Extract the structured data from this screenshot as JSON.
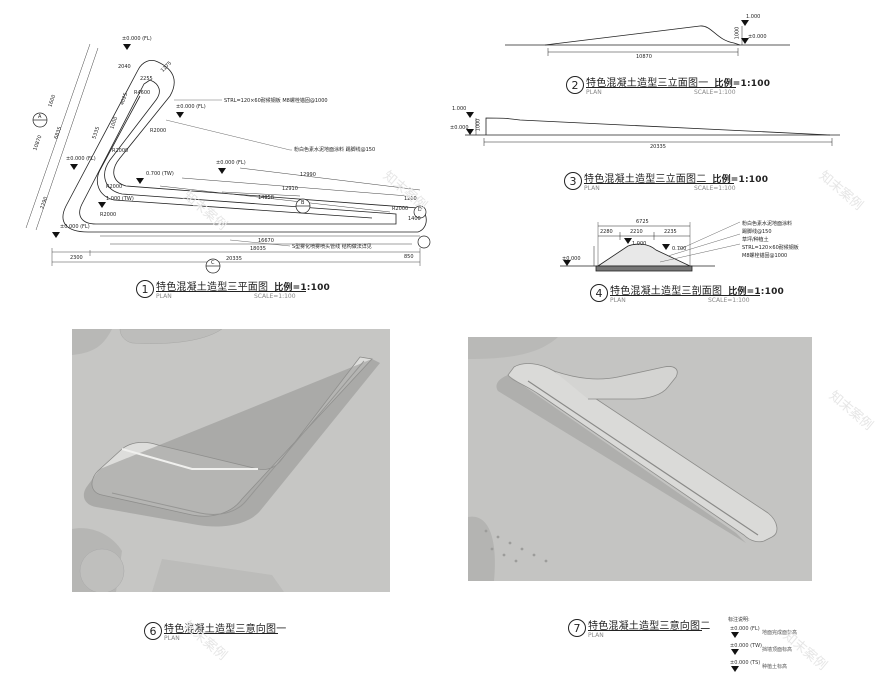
{
  "plan": {
    "num": "1",
    "title": "特色混凝土造型三平面图",
    "scale_label": "比例=1:100",
    "plan_word": "PLAN",
    "scale_sub": "SCALE=1:100",
    "levels": [
      "±0.000 (FL)",
      "±0.000 (FL)",
      "±0.000 (FL)",
      "±0.000 (FL)",
      "±0.000 (FL)"
    ],
    "level_tw": [
      "0.700 (TW)",
      "1.000 (TW)"
    ],
    "dims": [
      "20335",
      "18035",
      "16670",
      "14958",
      "12910",
      "12990",
      "2300",
      "2040",
      "2255",
      "2290",
      "4025",
      "5335",
      "6835",
      "1000",
      "1275",
      "1200",
      "R2000",
      "R2000",
      "R2000",
      "R2000",
      "R2000",
      "R4600",
      "850",
      "1600",
      "10870",
      "1400"
    ],
    "notes": [
      "STRL=120×60耐候钢板 M8螺栓锚固@1000",
      "粉白色素水泥地面涂料 踢脚线@150",
      "S型雾化喷雾喷头管线 结构做法详见"
    ],
    "circles": [
      "A",
      "B",
      "C",
      "D"
    ]
  },
  "elev1": {
    "num": "2",
    "title": "特色混凝土造型三立面图一",
    "scale_label": "比例=1:100",
    "plan_word": "PLAN",
    "scale_sub": "SCALE=1:100",
    "top_level": "1.000",
    "base_level": "±0.000",
    "dim": "10870",
    "small_dim": "1000"
  },
  "elev2": {
    "num": "3",
    "title": "特色混凝土造型三立面图二",
    "scale_label": "比例=1:100",
    "plan_word": "PLAN",
    "scale_sub": "SCALE=1:100",
    "top_level": "1.000",
    "base_level": "±0.000",
    "dim": "20335",
    "small_dim": "1000"
  },
  "section": {
    "num": "4",
    "title": "特色混凝土造型三剖面图",
    "scale_label": "比例=1:100",
    "plan_word": "PLAN",
    "scale_sub": "SCALE=1:100",
    "dims": [
      "6725",
      "2280",
      "2210",
      "2235"
    ],
    "levels": [
      "1.000",
      "0.700",
      "±0.000"
    ],
    "notes": [
      "粉白色素水泥地面涂料",
      "踢脚线@150",
      "草坪/种植土",
      "STRL=120×60耐候钢板",
      "M8螺栓锚固@1000"
    ]
  },
  "view1": {
    "num": "6",
    "title": "特色混凝土造型三意向图一",
    "plan_word": "PLAN"
  },
  "view2": {
    "num": "7",
    "title": "特色混凝土造型三意向图二",
    "plan_word": "PLAN"
  },
  "legend": {
    "title": "标注说明:",
    "rows": [
      {
        "code": "±0.000 (FL)",
        "desc": "地面完成面标高"
      },
      {
        "code": "±0.000 (TW)",
        "desc": "挡墙顶面标高"
      },
      {
        "code": "±0.000 (TS)",
        "desc": "种植土标高"
      }
    ]
  },
  "watermark": "知末案例",
  "colors": {
    "line": "#222222",
    "render_bg": "#c9c9c7",
    "concrete_light": "#e4e4e2",
    "concrete_shadow": "#8e8e8c"
  }
}
